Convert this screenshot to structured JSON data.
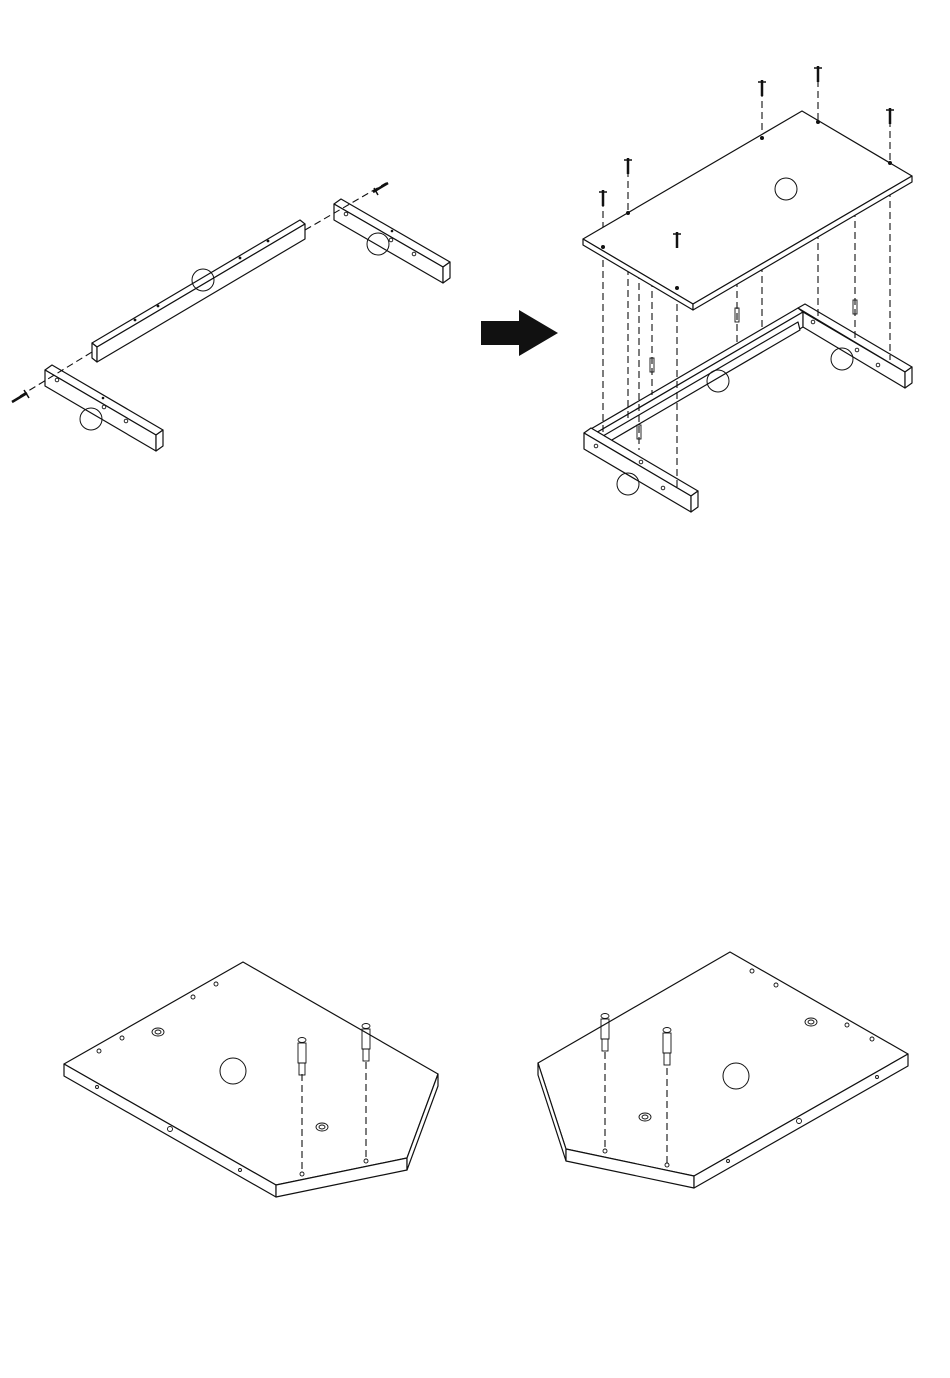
{
  "diagram": {
    "steps": [
      {
        "id": "step-a",
        "description": ""
      },
      {
        "id": "step-b",
        "description": ""
      },
      {
        "id": "step-c",
        "description": ""
      },
      {
        "id": "step-d",
        "description": ""
      }
    ],
    "part_labels": [
      "",
      "",
      "",
      "",
      "",
      "",
      "",
      "",
      ""
    ],
    "colors": {
      "line": "#111111",
      "fill": "#ffffff",
      "arrow": "#111111"
    },
    "icons": [
      "screw-icon",
      "dowel-icon",
      "cam-bolt-icon",
      "arrow-right-icon"
    ]
  }
}
